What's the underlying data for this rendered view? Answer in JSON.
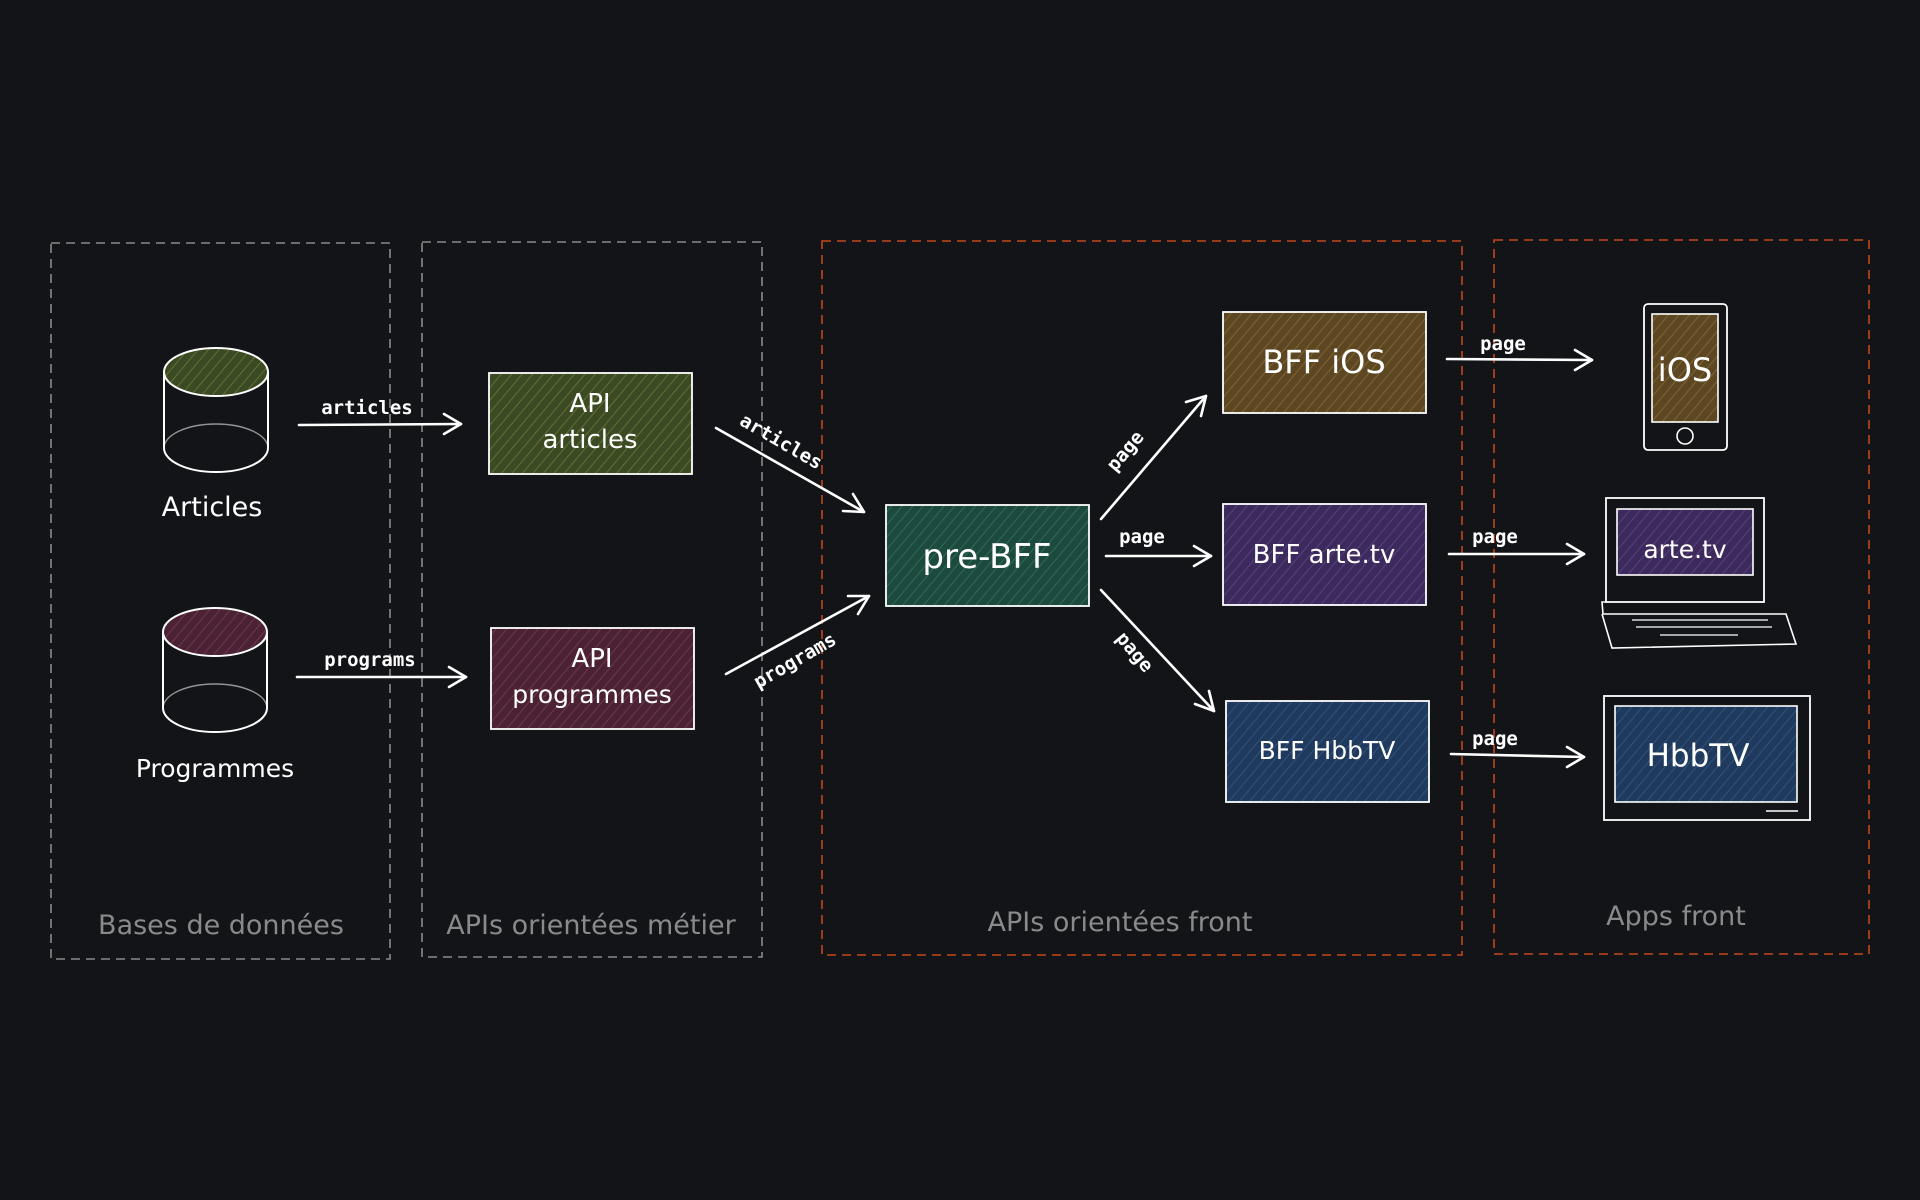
{
  "groups": {
    "databases": {
      "label": "Bases de données"
    },
    "business_apis": {
      "label": "APIs orientées métier"
    },
    "front_apis": {
      "label": "APIs orientées front"
    },
    "front_apps": {
      "label": "Apps front"
    }
  },
  "databases": {
    "articles": {
      "label": "Articles",
      "color": "#3b4a22"
    },
    "programmes": {
      "label": "Programmes",
      "color": "#4a2233"
    }
  },
  "apis": {
    "articles": {
      "line1": "API",
      "line2": "articles",
      "color": "#3b4a22"
    },
    "programmes": {
      "line1": "API",
      "line2": "programmes",
      "color": "#4a2233"
    }
  },
  "pre_bff": {
    "label": "pre-BFF",
    "color": "#1d4a3e"
  },
  "bffs": {
    "ios": {
      "label": "BFF iOS",
      "color": "#5c4722"
    },
    "artetv": {
      "label": "BFF arte.tv",
      "color": "#3d2a5c"
    },
    "hbbtv": {
      "label": "BFF HbbTV",
      "color": "#1f3a5c"
    }
  },
  "apps": {
    "ios": {
      "label": "iOS",
      "color": "#5c4722"
    },
    "artetv": {
      "label": "arte.tv",
      "color": "#3d2a5c"
    },
    "hbbtv": {
      "label": "HbbTV",
      "color": "#1f3a5c"
    }
  },
  "edges": {
    "db_articles_to_api": "articles",
    "db_programs_to_api": "programs",
    "api_articles_to_prebff": "articles",
    "api_programs_to_prebff": "programs",
    "prebff_to_ios": "page",
    "prebff_to_artetv": "page",
    "prebff_to_hbbtv": "page",
    "bff_ios_to_app": "page",
    "bff_artetv_to_app": "page",
    "bff_hbbtv_to_app": "page"
  },
  "colors": {
    "background": "#121417",
    "group_border_neutral": "#8a8a8a",
    "group_border_accent": "#c2461b",
    "stroke": "#ffffff"
  }
}
